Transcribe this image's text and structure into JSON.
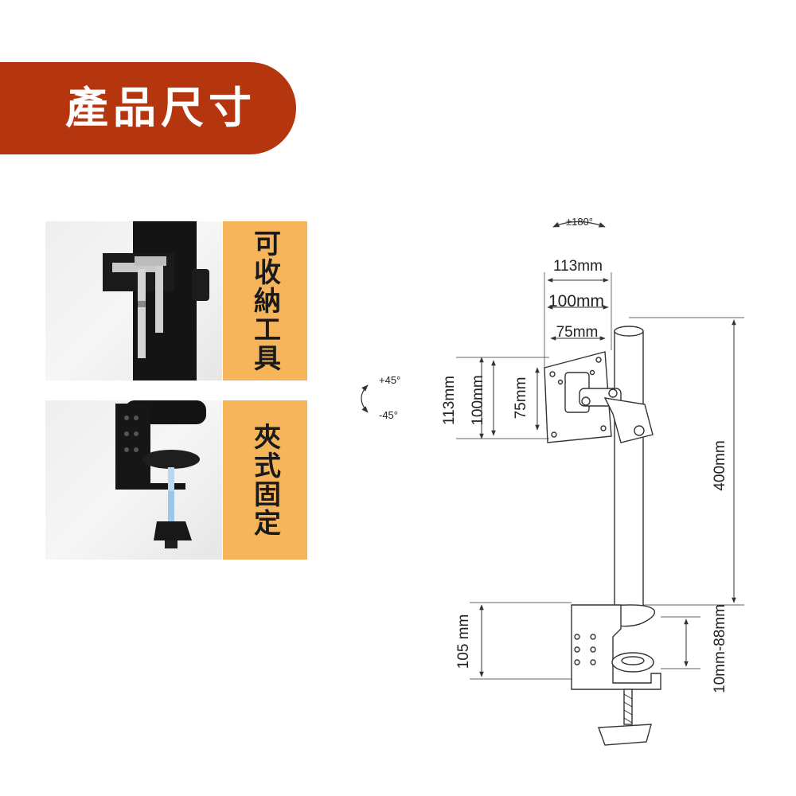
{
  "banner": {
    "title": "產品尺寸"
  },
  "features": [
    {
      "label": "可收納工具",
      "icon": "allen-key-storage-icon"
    },
    {
      "label": "夾式固定",
      "icon": "desk-clamp-icon"
    }
  ],
  "diagram": {
    "swivel": "±180°",
    "tilt_up": "+45°",
    "tilt_down": "-45°",
    "vesa_113_h": "113mm",
    "vesa_100_h": "100mm",
    "vesa_75_h": "75mm",
    "vesa_113_v": "113mm",
    "vesa_100_v": "100mm",
    "vesa_75_v": "75mm",
    "pole_height": "400mm",
    "clamp_height": "105 mm",
    "desk_thickness": "10mm-88mm"
  },
  "colors": {
    "banner": "#b5350e",
    "label": "#f6b55a",
    "line": "#333333"
  }
}
